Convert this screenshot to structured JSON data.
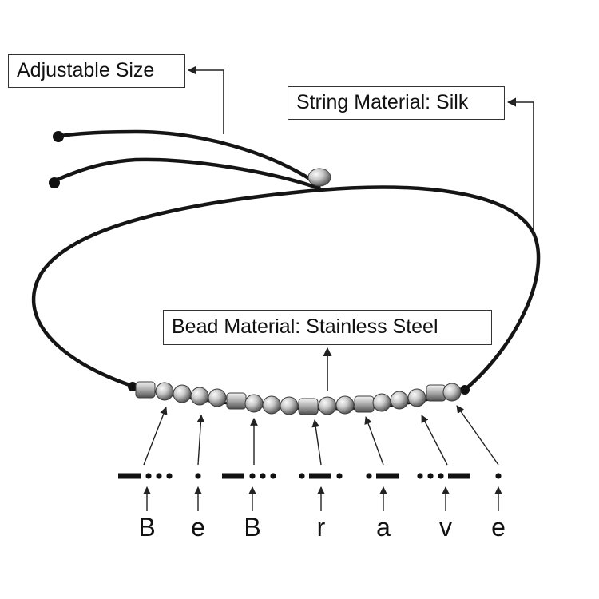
{
  "callouts": {
    "size": "Adjustable Size",
    "string": "String Material: Silk",
    "bead": "Bead Material: Stainless Steel"
  },
  "morse": [
    {
      "letter": "B",
      "code": "-..."
    },
    {
      "letter": "e",
      "code": "."
    },
    {
      "letter": "B",
      "code": "-..."
    },
    {
      "letter": "r",
      "code": ".-."
    },
    {
      "letter": "a",
      "code": ".-"
    },
    {
      "letter": "v",
      "code": "...-"
    },
    {
      "letter": "e",
      "code": "."
    }
  ],
  "colors": {
    "cord": "#151515",
    "bead_light": "#fafafa",
    "bead_mid": "#bcbcbc",
    "bead_dark": "#5a5a5a",
    "line": "#222222"
  }
}
